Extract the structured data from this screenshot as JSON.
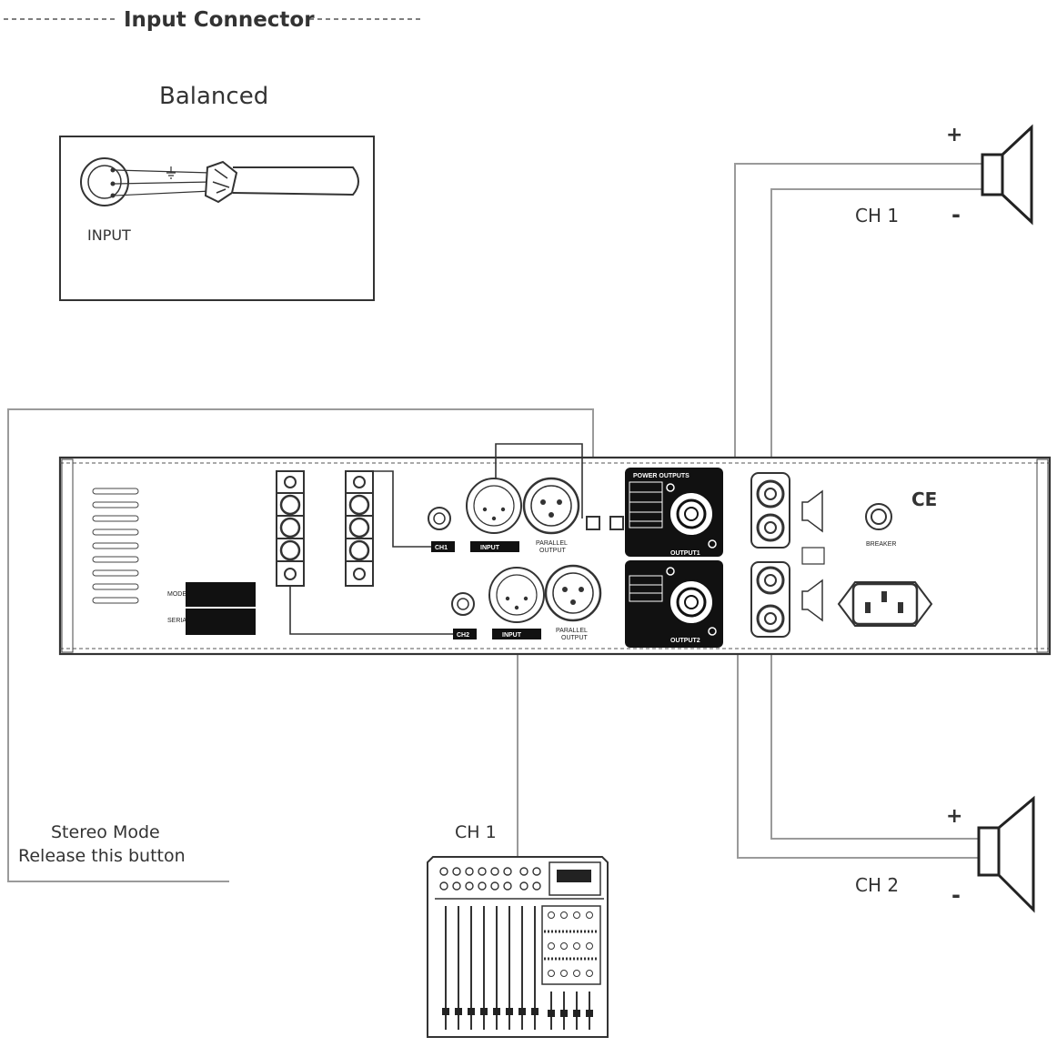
{
  "header": {
    "title": "Input Connector"
  },
  "balanced": {
    "title": "Balanced",
    "input_label": "INPUT"
  },
  "speakers": {
    "ch1": {
      "label": "CH 1",
      "plus": "+",
      "minus": "-"
    },
    "ch2": {
      "label": "CH 2",
      "plus": "+",
      "minus": "-"
    }
  },
  "mixer": {
    "label": "CH 1"
  },
  "note": {
    "line1": "Stereo Mode",
    "line2": "Release this button"
  },
  "amp": {
    "ch1_tag": "CH1",
    "ch2_tag": "CH2",
    "input_tag": "INPUT",
    "parallel": "PARALLEL",
    "output": "OUTPUT",
    "power_outputs": "POWER OUTPUTS",
    "output1": "OUTPUT1",
    "output2": "OUTPUT2",
    "breaker": "BREAKER",
    "ce": "CE",
    "model": "MODEL",
    "serial": "SERIAL"
  }
}
